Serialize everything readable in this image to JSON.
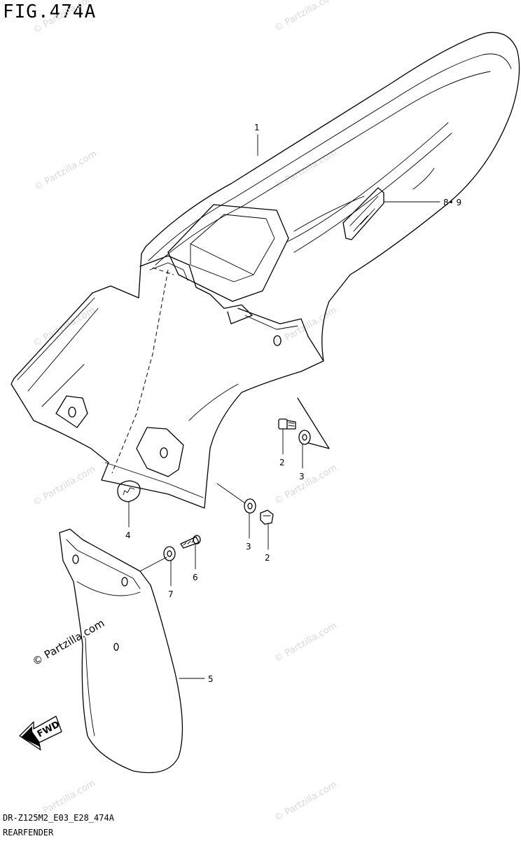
{
  "header": {
    "figure_title": "FIG.474A"
  },
  "footer": {
    "model_code": "DR-Z125M2_E03_E28_474A",
    "section_title": "REARFENDER"
  },
  "watermark": {
    "text": "© Partzilla.com",
    "color": "#d8d8d8"
  },
  "callouts": [
    {
      "id": "part-1",
      "label": "1"
    },
    {
      "id": "part-8-9",
      "label": "8• 9"
    },
    {
      "id": "part-2-upper",
      "label": "2"
    },
    {
      "id": "part-3-upper",
      "label": "3"
    },
    {
      "id": "part-4",
      "label": "4"
    },
    {
      "id": "part-3-lower",
      "label": "3"
    },
    {
      "id": "part-2-lower",
      "label": "2"
    },
    {
      "id": "part-6",
      "label": "6"
    },
    {
      "id": "part-7",
      "label": "7"
    },
    {
      "id": "part-5",
      "label": "5"
    }
  ],
  "fwd_arrow": {
    "label": "FWD"
  }
}
